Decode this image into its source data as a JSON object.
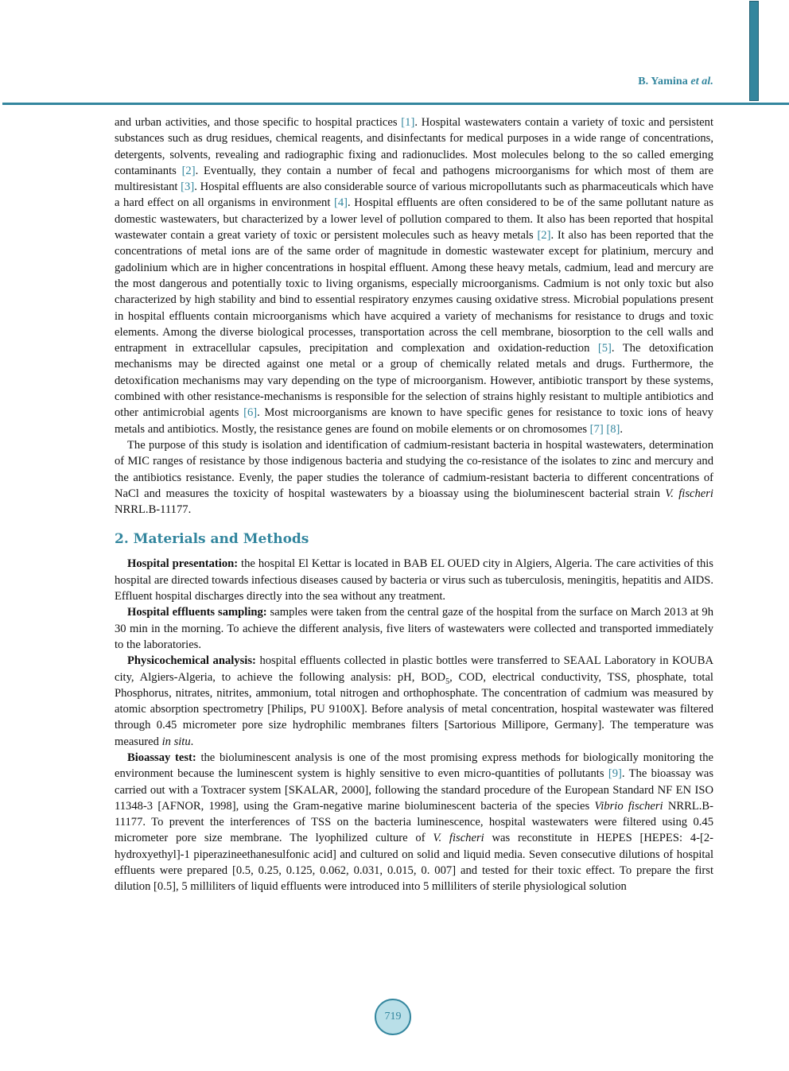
{
  "header": {
    "author": "B. Yamina ",
    "etal": "et al.",
    "accent_color": "#33869e"
  },
  "intro_continued": {
    "p1": [
      "and urban activities, and those specific to hospital practices ",
      "[1]",
      ". Hospital wastewaters contain a variety of toxic and persistent substances such as drug residues, chemical reagents, and disinfectants for medical purposes in a wide range of concentrations, detergents, solvents, revealing and radiographic fixing and radionuclides. Most molecules belong to the so called emerging contaminants ",
      "[2]",
      ". Eventually, they contain a number of fecal and pathogens microorganisms for which most of them are multiresistant ",
      "[3]",
      ". Hospital effluents are also considerable source of various micropollutants such as pharmaceuticals which have a hard effect on all organisms in environment ",
      "[4]",
      ". Hospital effluents are often considered to be of the same pollutant nature as domestic wastewaters, but characterized by a lower level of pollution compared to them. It also has been reported that hospital wastewater contain a great variety of toxic or persistent molecules such as heavy metals ",
      "[2]",
      ". It also has been reported that the concentrations of metal ions are of the same order of magnitude in domestic wastewater except for platinium, mercury and gadolinium which are in higher concentrations in hospital effluent. Among these heavy metals, cadmium, lead and mercury are the most dangerous and potentially toxic to living organisms, especially microorganisms. Cadmium is not only toxic but also characterized by high stability and bind to essential respiratory enzymes causing oxidative stress. Microbial populations present in hospital effluents contain microorganisms which have acquired a variety of mechanisms for resistance to drugs and toxic elements. Among the diverse biological processes, transportation across the cell membrane, biosorption to the cell walls and entrapment in extracellular capsules, precipitation and complexation and oxidation-reduction ",
      "[5]",
      ". The detoxification mechanisms may be directed against one metal or a group of chemically related metals and drugs. Furthermore, the detoxification mechanisms may vary depending on the type of microorganism. However, antibiotic transport by these systems, combined with other resistance-mechanisms is responsible for the selection of strains highly resistant to multiple antibiotics and other antimicrobial agents ",
      "[6]",
      ". Most microorganisms are known to have specific genes for resistance to toxic ions of heavy metals and antibiotics. Mostly, the resistance genes are found on mobile elements or on chromosomes ",
      "[7]",
      " ",
      "[8]",
      "."
    ],
    "p2_a": "The purpose of this study is isolation and identification of cadmium-resistant bacteria in hospital wastewaters, determination of MIC ranges of resistance by those indigenous bacteria and studying the co-resistance of the isolates to zinc and mercury and the antibiotics resistance. Evenly, the paper studies the tolerance of cadmium-resistant bacteria to different concentrations of NaCl and measures the toxicity of hospital wastewaters by a bioassay using the bioluminescent bacterial strain ",
    "p2_italic": "V. fischeri",
    "p2_b": " NRRL.B-11177."
  },
  "section2": {
    "heading": "2. Materials and Methods",
    "hospital_presentation": {
      "lead": "Hospital presentation:",
      "text": " the hospital El Kettar is located in BAB EL OUED city in Algiers, Algeria. The care activities of this hospital are directed towards infectious diseases caused by bacteria or virus such as tuberculosis, meningitis, hepatitis and AIDS. Effluent hospital discharges directly into the sea without any treatment."
    },
    "sampling": {
      "lead": "Hospital effluents sampling:",
      "text": " samples were taken from the central gaze of the hospital from the surface on March 2013 at 9h 30 min in the morning. To achieve the different analysis, five liters of wastewaters were collected and transported immediately to the laboratories."
    },
    "physicochemical": {
      "lead": "Physicochemical analysis:",
      "text_a": " hospital effluents collected in plastic bottles were transferred to SEAAL Laboratory in KOUBA city, Algiers-Algeria, to achieve the following analysis: pH, BOD",
      "sub": "5",
      "text_b": ", COD, electrical conductivity, TSS, phosphate, total Phosphorus, nitrates, nitrites, ammonium, total nitrogen and orthophosphate. The concentration of cadmium was measured by atomic absorption spectrometry [Philips, PU 9100X]. Before analysis of metal concentration, hospital wastewater was filtered through 0.45 micrometer pore size hydrophilic membranes filters [Sartorious Millipore, Germany]. The temperature was measured ",
      "italic": "in situ",
      "text_c": "."
    },
    "bioassay": {
      "lead": "Bioassay test:",
      "text_a": " the bioluminescent analysis is one of the most promising express methods for biologically monitoring the environment because the luminescent system is highly sensitive to even micro-quantities of pollutants ",
      "ref": "[9]",
      "text_b": ". The bioassay was carried out with a Toxtracer system [SKALAR, 2000], following the standard procedure of the European Standard NF EN ISO 11348-3 [AFNOR, 1998], using the Gram-negative marine bioluminescent bacteria of the species ",
      "italic1": "Vibrio fischeri",
      "text_c": " NRRL.B-11177. To prevent the interferences of TSS on the bacteria luminescence, hospital wastewaters were filtered using 0.45 micrometer pore size membrane. The lyophilized culture of ",
      "italic2": "V. fischeri",
      "text_d": " was reconstitute in HEPES [HEPES: 4-[2-hydroxyethyl]-1 piperazineethanesulfonic acid] and cultured on solid and liquid media. Seven consecutive dilutions of hospital effluents were prepared [0.5, 0.25, 0.125, 0.062, 0.031, 0.015, 0. 007] and tested for their toxic effect. To prepare the first dilution [0.5], 5 milliliters of liquid effluents were introduced into 5 milliliters of sterile physiological solution"
    }
  },
  "footer": {
    "page_number": "719"
  }
}
